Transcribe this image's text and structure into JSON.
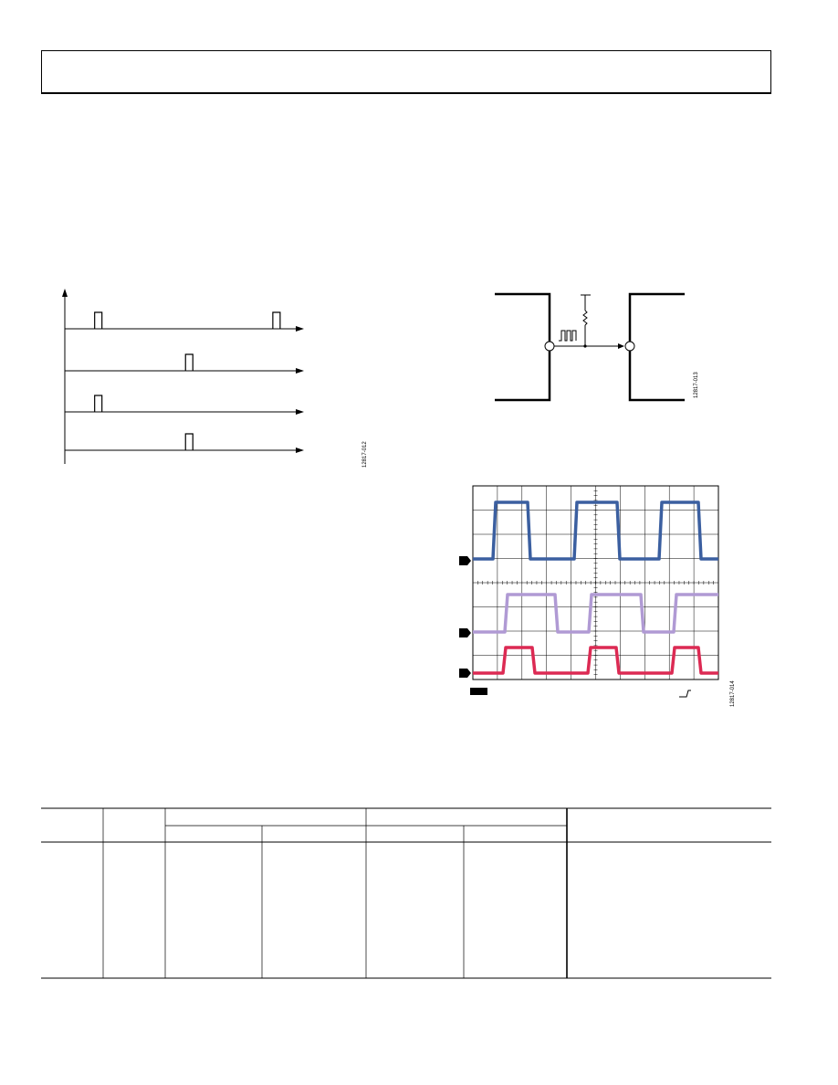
{
  "figures": {
    "timing_diagram": {
      "fig_id": "12817-012",
      "rows": [
        {
          "pulses": [
            0.14,
            0.885
          ]
        },
        {
          "pulses": [
            0.52
          ]
        },
        {
          "pulses": [
            0.14
          ]
        },
        {
          "pulses": [
            0.52
          ]
        }
      ]
    },
    "i2c_circuit": {
      "fig_id": "12817-013"
    },
    "scope_capture": {
      "fig_id": "12817-014",
      "trace_colors": [
        "#3b5fa0",
        "#b09ad4",
        "#dc2a53"
      ]
    }
  },
  "table": {
    "columns": 7,
    "body_rows": 1
  }
}
